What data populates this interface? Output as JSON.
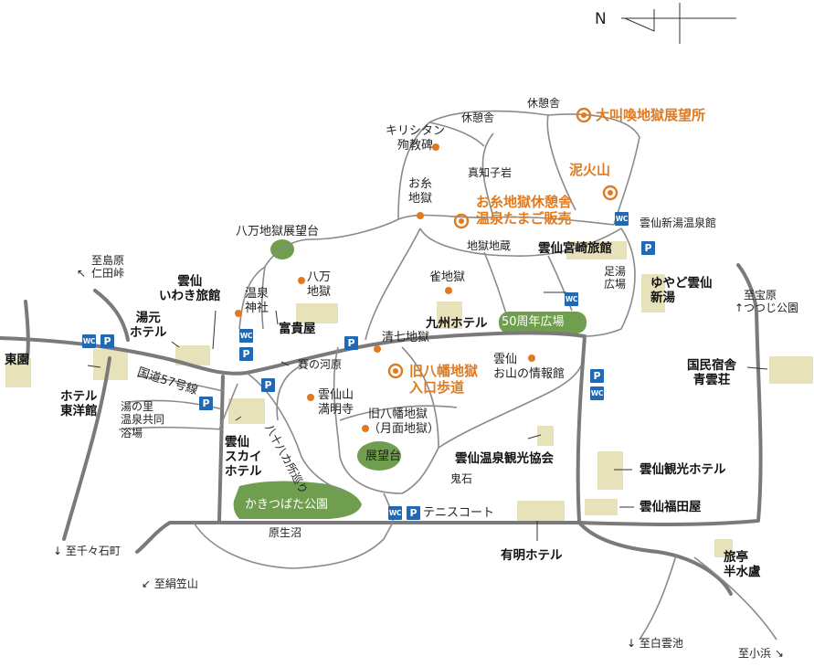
{
  "compass": {
    "label": "N"
  },
  "colors": {
    "road": "#7a7a7a",
    "highlight": "#e07a1f",
    "park": "#6f9e4e",
    "building": "#e8e2ba",
    "parking": "#2269b3"
  },
  "places": {
    "daikyokan": "大叫喚地獄展望所",
    "kyukeisha1": "休憩舎",
    "kyukeisha2": "休憩舎",
    "kirishitan": [
      "キリシタン",
      "殉教碑"
    ],
    "shinchiko": "真知子岩",
    "deikazan": "泥火山",
    "oito": [
      "お糸",
      "地獄"
    ],
    "oito_rest": [
      "お糸地獄休憩舎",
      "温泉たまご販売"
    ],
    "shinyu_onsenkan": "雲仙新湯温泉館",
    "hachiman_tenbo": "八万地獄展望台",
    "jigoku_jizo": "地獄地蔵",
    "miyazaki": "雲仙宮崎旅館",
    "ashiyu": [
      "足湯",
      "広場"
    ],
    "yuyado": [
      "ゆやど雲仙",
      "新湯"
    ],
    "shimabara": [
      "至島原",
      "仁田峠"
    ],
    "houbara": [
      "至宝原",
      "つつじ公園"
    ],
    "jakuchi": "雀地獄",
    "hachiman": [
      "八万",
      "地獄"
    ],
    "onsen_jinja": [
      "温泉",
      "神社"
    ],
    "iwaki": [
      "雲仙",
      "いわき旅館"
    ],
    "yumoto": [
      "湯元",
      "ホテル"
    ],
    "fukiya": "富貴屋",
    "kyushu": "九州ホテル",
    "anniv": "50周年広場",
    "kokumin": [
      "国民宿舎",
      "青雲荘"
    ],
    "toen": "東園",
    "seishichi": "清七地獄",
    "sainokawara": "賽の河原",
    "oyama": [
      "雲仙",
      "お山の情報館"
    ],
    "kyuhachiman": [
      "旧八幡地獄",
      "入口歩道"
    ],
    "route57": "国道57号線",
    "toyokan": [
      "ホテル",
      "東洋館"
    ],
    "kyodo": [
      "湯の里",
      "温泉共同",
      "浴場"
    ],
    "manmyoji": [
      "雲仙山",
      "満明寺"
    ],
    "kyuhachiman2": [
      "旧八幡地獄",
      "（月面地獄）"
    ],
    "sky": [
      "雲仙",
      "スカイ",
      "ホテル"
    ],
    "hachijuhachi": "八十八カ所巡り",
    "tenbodai": "展望台",
    "kanko_kyokai": "雲仙温泉観光協会",
    "kanko_hotel": "雲仙観光ホテル",
    "kiseki": "鬼石",
    "kakitsubata": "かきつばた公園",
    "tennis": "テニスコート",
    "fukudaya": "雲仙福田屋",
    "haraikemi": "原生沼",
    "ariake": "有明ホテル",
    "chijiwa": "至千々石町",
    "kinugasa": "至絹笠山",
    "hanmizuro": [
      "旅亭",
      "半水盧"
    ],
    "shirakumo": "至白雲池",
    "obama": "至小浜"
  },
  "icons": {
    "parking": "P",
    "toilet": "WC"
  }
}
